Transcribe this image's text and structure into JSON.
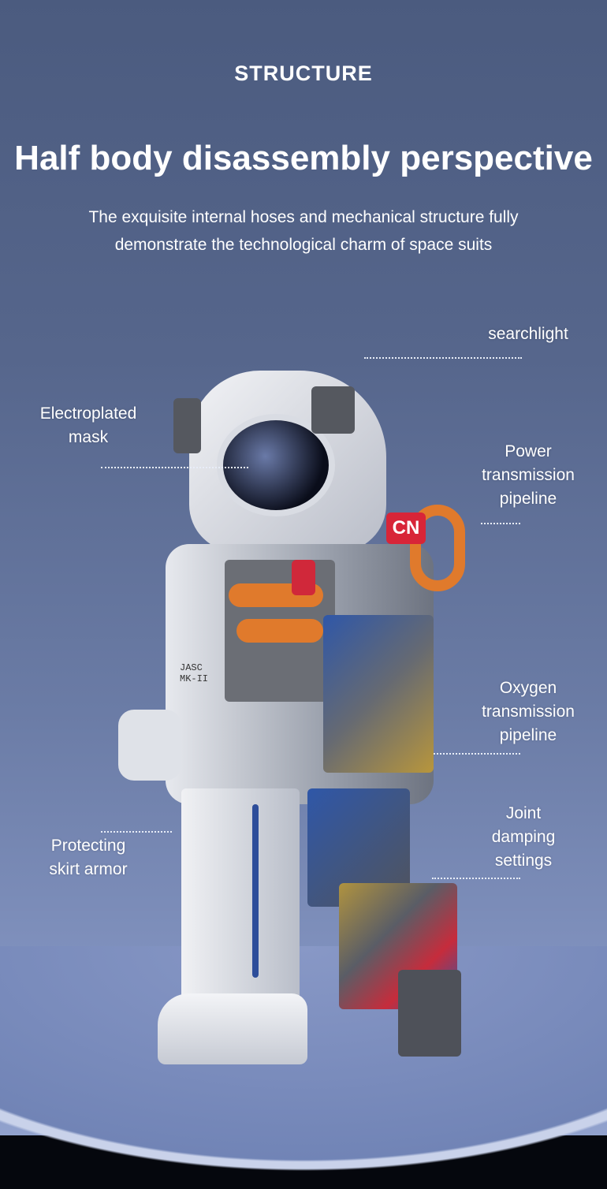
{
  "header": {
    "kicker": "STRUCTURE",
    "title": "Half body disassembly perspective",
    "subtitle_line1": "The exquisite internal hoses and mechanical structure fully",
    "subtitle_line2": "demonstrate the technological charm of space suits"
  },
  "callouts": {
    "searchlight": "searchlight",
    "mask": [
      "Electroplated",
      "mask"
    ],
    "power": [
      "Power",
      "transmission",
      "pipeline"
    ],
    "oxygen": [
      "Oxygen",
      "transmission",
      "pipeline"
    ],
    "joint": [
      "Joint",
      "damping",
      "settings"
    ],
    "skirt": [
      "Protecting",
      "skirt armor"
    ]
  },
  "model": {
    "chest_text": [
      "JASC",
      "MK-II"
    ],
    "flag_text": "CN"
  }
}
